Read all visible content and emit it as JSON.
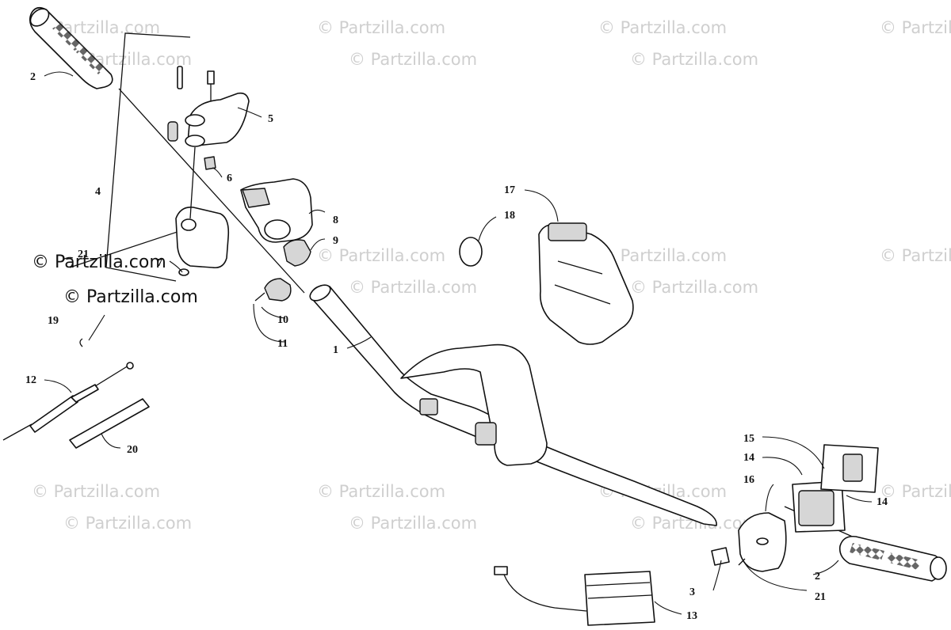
{
  "watermark": {
    "text": "© Partzilla.com",
    "primary_text": "© Partzilla.com",
    "color": "#cfcfcf"
  },
  "callouts": {
    "c1": "1",
    "c2a": "2",
    "c2b": "2",
    "c3": "3",
    "c4": "4",
    "c5": "5",
    "c6": "6",
    "c7": "7",
    "c8": "8",
    "c9": "9",
    "c10": "10",
    "c11": "11",
    "c12": "12",
    "c13": "13",
    "c14a": "14",
    "c14b": "14",
    "c15": "15",
    "c16": "16",
    "c17": "17",
    "c18": "18",
    "c19": "19",
    "c20": "20",
    "c21a": "21",
    "c21b": "21"
  }
}
